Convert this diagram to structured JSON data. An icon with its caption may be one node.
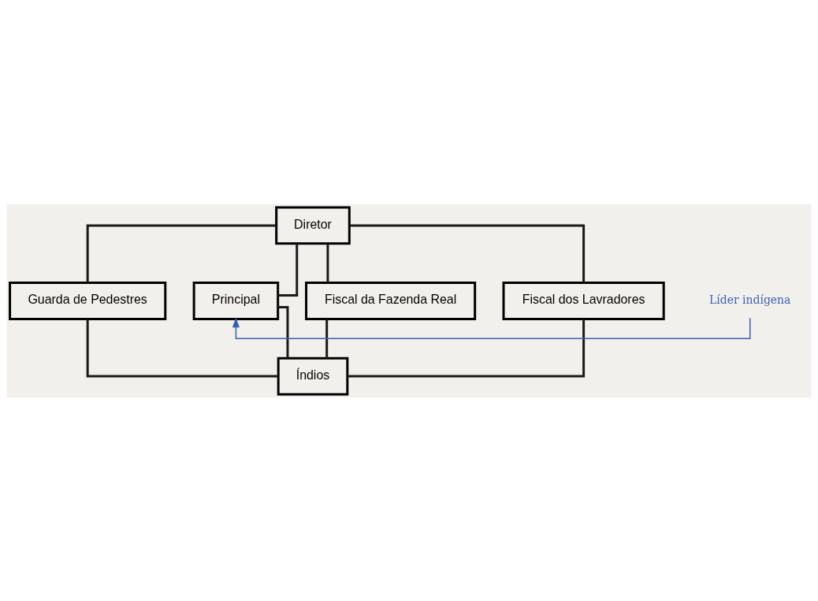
{
  "diagram": {
    "nodes": [
      {
        "text": [
          "Diretor"
        ]
      },
      {
        "text": [
          "Guarda de Pedestres"
        ]
      },
      {
        "text": [
          "Principal"
        ]
      },
      {
        "text": [
          "Fiscal da Fazenda Real"
        ]
      },
      {
        "text": [
          "Fiscal dos Lavradores"
        ]
      },
      {
        "text": [
          "Índios"
        ]
      },
      {
        "text": [
          "Líder indígena"
        ]
      }
    ],
    "edges": [
      {
        "from": 0,
        "to": 1,
        "arrow": "none"
      },
      {
        "from": 0,
        "to": 2,
        "arrow": "none"
      },
      {
        "from": 0,
        "to": 3,
        "arrow": "none"
      },
      {
        "from": 0,
        "to": 4,
        "arrow": "none"
      },
      {
        "from": 1,
        "to": 5,
        "arrow": "none"
      },
      {
        "from": 2,
        "to": 5,
        "arrow": "none"
      },
      {
        "from": 3,
        "to": 5,
        "arrow": "none"
      },
      {
        "from": 4,
        "to": 5,
        "arrow": "none"
      },
      {
        "from": 6,
        "to": 2,
        "arrow": "to",
        "color": "#3a5fb0"
      }
    ]
  }
}
